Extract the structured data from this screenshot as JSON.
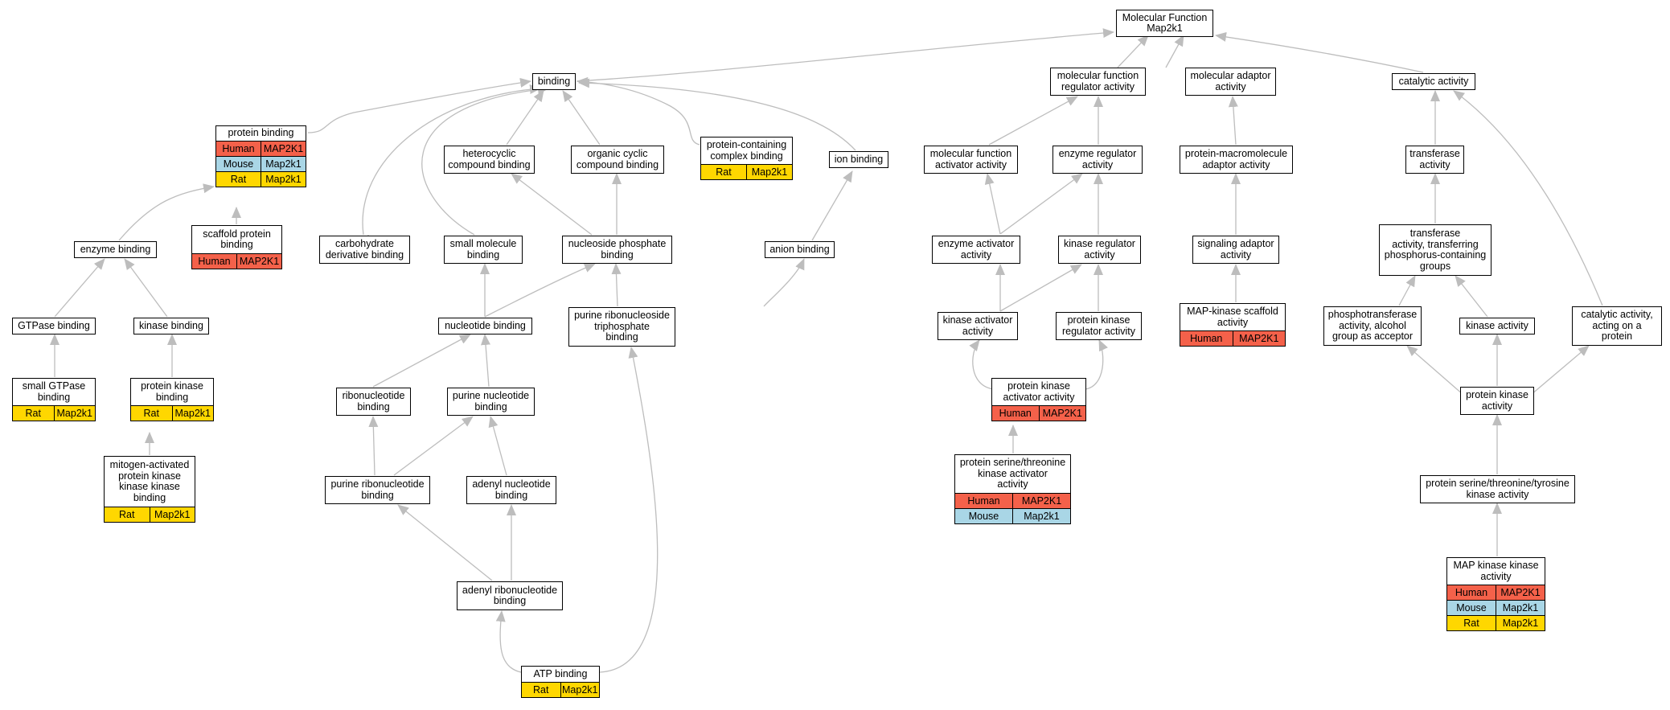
{
  "colors": {
    "human": "#f4614a",
    "mouse": "#a9d6e6",
    "rat": "#ffd700",
    "edge": "#bdbdbd"
  },
  "nodes": {
    "root": {
      "title": "Molecular Function\nMap2k1"
    },
    "binding": {
      "title": "binding"
    },
    "mfreg": {
      "title": "molecular function\nregulator activity"
    },
    "mfadapt": {
      "title": "molecular adaptor\nactivity"
    },
    "catalytic": {
      "title": "catalytic activity"
    },
    "proteinbinding": {
      "title": "protein binding",
      "rows": [
        {
          "species": "Human",
          "gene": "MAP2K1"
        },
        {
          "species": "Mouse",
          "gene": "Map2k1"
        },
        {
          "species": "Rat",
          "gene": "Map2k1"
        }
      ]
    },
    "hetero": {
      "title": "heterocyclic\ncompound binding"
    },
    "organic": {
      "title": "organic cyclic\ncompound binding"
    },
    "pccb": {
      "title": "protein-containing\ncomplex binding",
      "rows": [
        {
          "species": "Rat",
          "gene": "Map2k1"
        }
      ]
    },
    "ionbinding": {
      "title": "ion binding"
    },
    "mfact": {
      "title": "molecular function\nactivator activity"
    },
    "enzreg": {
      "title": "enzyme regulator\nactivity"
    },
    "pmadapt": {
      "title": "protein-macromolecule\nadaptor activity"
    },
    "transferase": {
      "title": "transferase\nactivity"
    },
    "scaffold": {
      "title": "scaffold protein\nbinding",
      "rows": [
        {
          "species": "Human",
          "gene": "MAP2K1"
        }
      ]
    },
    "enzymebinding": {
      "title": "enzyme binding"
    },
    "carbo": {
      "title": "carbohydrate\nderivative binding"
    },
    "smallmol": {
      "title": "small molecule\nbinding"
    },
    "nucphos": {
      "title": "nucleoside phosphate\nbinding"
    },
    "anion": {
      "title": "anion binding"
    },
    "enzact": {
      "title": "enzyme activator\nactivity"
    },
    "kinreg": {
      "title": "kinase regulator\nactivity"
    },
    "sigadapt": {
      "title": "signaling adaptor\nactivity"
    },
    "transphos": {
      "title": "transferase\nactivity, transferring\nphosphorus-containing\ngroups"
    },
    "gtpase": {
      "title": "GTPase binding"
    },
    "kinasebinding": {
      "title": "kinase binding"
    },
    "nucleotide": {
      "title": "nucleotide binding"
    },
    "prntp": {
      "title": "purine ribonucleoside\ntriphosphate\nbinding"
    },
    "kinact": {
      "title": "kinase activator\nactivity"
    },
    "pkreg": {
      "title": "protein kinase\nregulator activity"
    },
    "mapkscaffold": {
      "title": "MAP-kinase scaffold\nactivity",
      "rows": [
        {
          "species": "Human",
          "gene": "MAP2K1"
        }
      ]
    },
    "photrans": {
      "title": "phosphotransferase\nactivity, alcohol\ngroup as acceptor"
    },
    "kinaseact": {
      "title": "kinase activity"
    },
    "catprot": {
      "title": "catalytic activity,\nacting on a\nprotein"
    },
    "smallgtpase": {
      "title": "small GTPase\nbinding",
      "rows": [
        {
          "species": "Rat",
          "gene": "Map2k1"
        }
      ]
    },
    "pkbinding": {
      "title": "protein kinase\nbinding",
      "rows": [
        {
          "species": "Rat",
          "gene": "Map2k1"
        }
      ]
    },
    "ribonuc": {
      "title": "ribonucleotide\nbinding"
    },
    "purinenuc": {
      "title": "purine nucleotide\nbinding"
    },
    "pkact": {
      "title": "protein kinase\nactivator activity",
      "rows": [
        {
          "species": "Human",
          "gene": "MAP2K1"
        }
      ]
    },
    "pka": {
      "title": "protein kinase\nactivity"
    },
    "mapkkk": {
      "title": "mitogen-activated\nprotein kinase\nkinase kinase\nbinding",
      "rows": [
        {
          "species": "Rat",
          "gene": "Map2k1"
        }
      ]
    },
    "purribo": {
      "title": "purine ribonucleotide\nbinding"
    },
    "adenylnuc": {
      "title": "adenyl nucleotide\nbinding"
    },
    "pstkact": {
      "title": "protein serine/threonine\nkinase activator\nactivity",
      "rows": [
        {
          "species": "Human",
          "gene": "MAP2K1"
        },
        {
          "species": "Mouse",
          "gene": "Map2k1"
        }
      ]
    },
    "pstyk": {
      "title": "protein serine/threonine/tyrosine\nkinase activity"
    },
    "adenylribo": {
      "title": "adenyl ribonucleotide\nbinding"
    },
    "mapkk": {
      "title": "MAP kinase kinase\nactivity",
      "rows": [
        {
          "species": "Human",
          "gene": "MAP2K1"
        },
        {
          "species": "Mouse",
          "gene": "Map2k1"
        },
        {
          "species": "Rat",
          "gene": "Map2k1"
        }
      ]
    },
    "atp": {
      "title": "ATP binding",
      "rows": [
        {
          "species": "Rat",
          "gene": "Map2k1"
        }
      ]
    }
  }
}
